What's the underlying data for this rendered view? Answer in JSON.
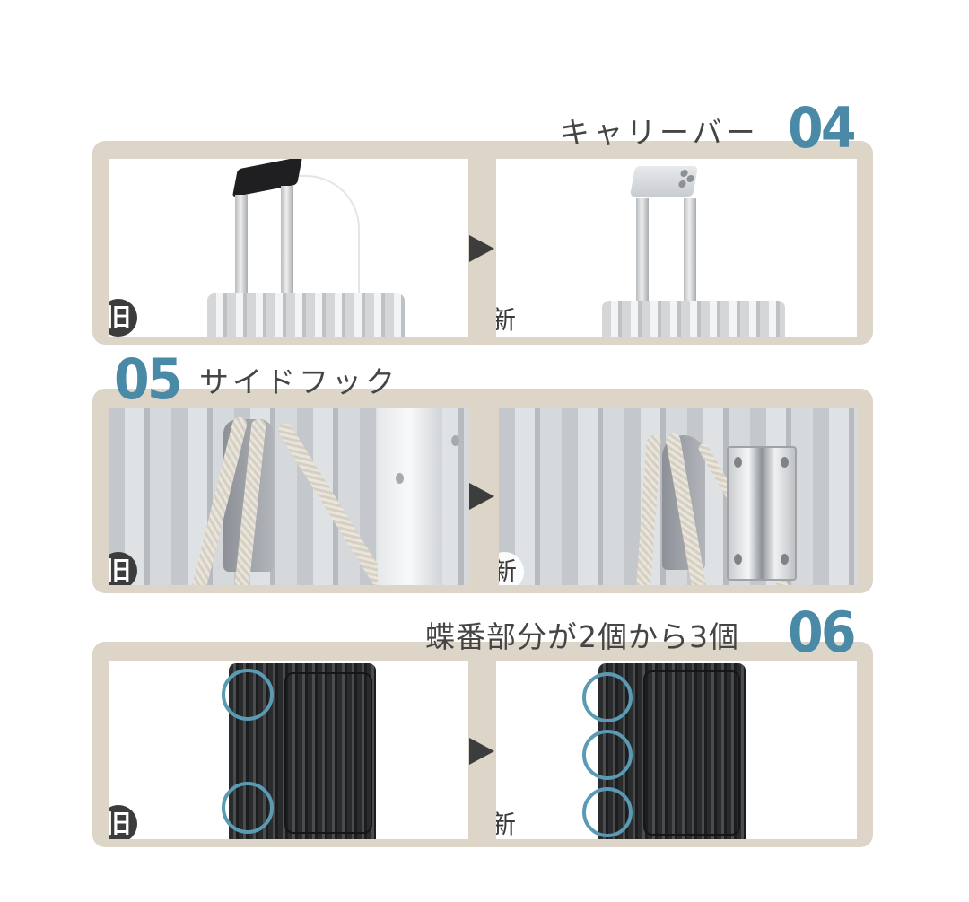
{
  "colors": {
    "frame": "#ddd5c8",
    "accent_number": "#4a8aa6",
    "title_text": "#454545",
    "arrow": "#3d3d3d",
    "badge_old_bg": "#3c3c3c",
    "highlight_ring": "#5a9ab4"
  },
  "sections": [
    {
      "number": "04",
      "title": "キャリーバー",
      "old_badge": "旧",
      "new_badge": "新",
      "arrow_icon": "right-triangle",
      "old_image": "carry-bar-old-with-dark-phone-and-cable",
      "new_image": "carry-bar-new-with-phone-holder"
    },
    {
      "number": "05",
      "title": "サイドフック",
      "old_badge": "旧",
      "new_badge": "新",
      "arrow_icon": "right-triangle",
      "old_image": "side-hook-old-with-rope",
      "new_image": "side-hook-new-with-rope-and-metal-hinge"
    },
    {
      "number": "06",
      "title": "蝶番部分が2個から3個",
      "old_badge": "旧",
      "new_badge": "新",
      "arrow_icon": "right-triangle",
      "old_image": "suitcase-two-hinges-circled",
      "new_image": "suitcase-three-hinges-circled"
    }
  ]
}
